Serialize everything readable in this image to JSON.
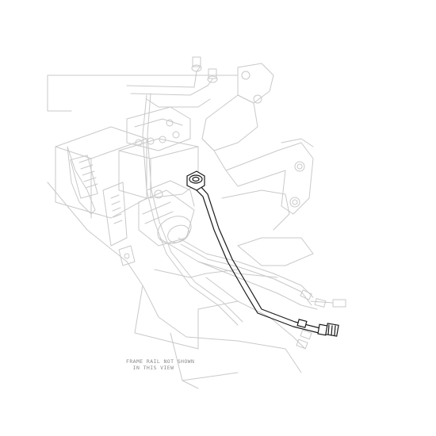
{
  "diagram": {
    "notes": [
      {
        "id": "frame_rail_note",
        "lines": [
          "FRAME RAIL NOT SHOWN",
          "IN THIS VIEW"
        ]
      }
    ],
    "highlighted_part": "brake-line-tube",
    "colors": {
      "ghost_lines": "#c9c9c9",
      "highlight_lines": "#1a1a1a",
      "note_text": "#8a8a8a",
      "background": "#ffffff"
    }
  }
}
